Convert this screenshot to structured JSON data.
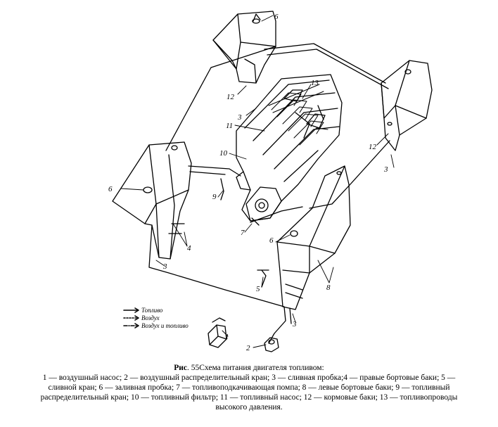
{
  "figure": {
    "labels": {
      "l6_top": "6",
      "l12_top": "12",
      "l3_top": "3",
      "l13": "13",
      "l11": "11",
      "l10": "10",
      "l6_left": "6",
      "l9": "9",
      "l4": "4",
      "l7": "7",
      "l3_left": "3",
      "l6_right": "6",
      "l5": "5",
      "l8": "8",
      "l3_bottom": "3",
      "l12_right": "12",
      "l3_right": "3",
      "l1": "1",
      "l2": "2"
    },
    "legend": {
      "fuel": "Топливо",
      "air": "Воздух",
      "air_fuel": "Воздух и топливо"
    }
  },
  "caption": {
    "prefix": "Рис",
    "number": ". 55",
    "title": "Схема питания двигателя топливом:",
    "body": "1 — воздушный насос; 2 — воздушный распределительный кран; 3 — сливная пробка;4 — правые бортовые баки; 5 — сливной кран; 6 — заливная пробка; 7 — топливоподкачивающая помпа; 8 — левые бортовые баки; 9 — топливный распределительный кран; 10 — топливный фильтр; 11 — топливный насос; 12 — кормовые баки; 13 — топливопроводы высокого давления."
  }
}
